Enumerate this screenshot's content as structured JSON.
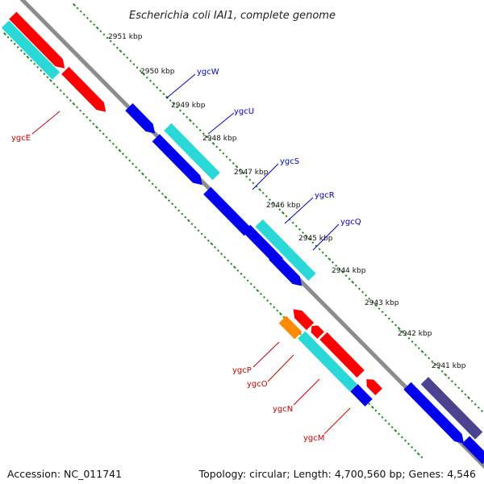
{
  "title": "Escherichia coli IAI1, complete genome",
  "footer": {
    "accession": "Accession: NC_011741",
    "summary": "Topology: circular; Length: 4,700,560 bp; Genes: 4,546"
  },
  "colors": {
    "backbone": "#8c8c8c",
    "ruler": "#1a8a1a",
    "forward_cds": "#ff0000",
    "forward_cds_alt": "#2ad8d8",
    "reverse_cds": "#0000ee",
    "orange_feature": "#ff8c00",
    "dark_feature": "#4b4390",
    "label_forward": "#0000cc",
    "label_reverse": "#cc0000"
  },
  "kbp_labels": [
    "2951 kbp",
    "2950 kbp",
    "2949 kbp",
    "2948 kbp",
    "2947 kbp",
    "2946 kbp",
    "2945 kbp",
    "2944 kbp",
    "2943 kbp",
    "2942 kbp",
    "2941 kbp"
  ],
  "gene_labels": {
    "forward": [
      "ygcW",
      "ygcU",
      "ygcS",
      "ygcR",
      "ygcQ"
    ],
    "reverse": [
      "ygcE",
      "ygcP",
      "ygcO",
      "ygcN",
      "ygcM"
    ]
  }
}
